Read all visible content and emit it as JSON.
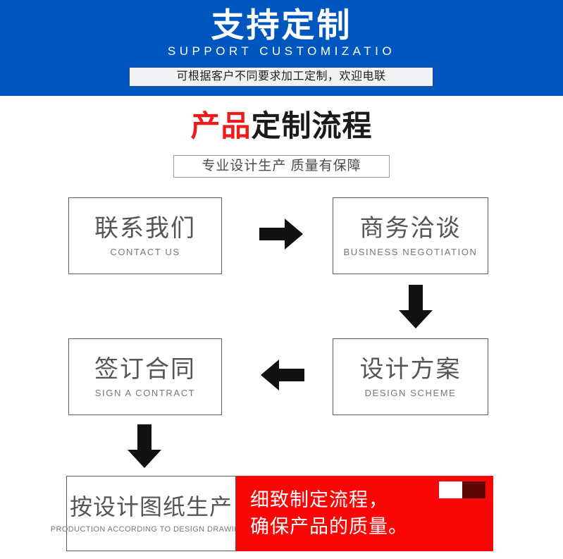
{
  "banner": {
    "title": "支持定制",
    "subtitle": "SUPPORT CUSTOMIZATIO",
    "pill": "可根据客户不同要求加工定制，欢迎电联",
    "bg_color": "#0056bf",
    "pill_bg_color": "#f2f2f4"
  },
  "section": {
    "title_highlight": "产品",
    "title_rest": "定制流程",
    "highlight_color": "#ee1b1b",
    "subtitle": "专业设计生产 质量有保障"
  },
  "flow": {
    "steps": [
      {
        "cn": "联系我们",
        "en": "CONTACT US"
      },
      {
        "cn": "商务洽谈",
        "en": "BUSINESS  NEGOTIATION"
      },
      {
        "cn": "设计方案",
        "en": "DESIGN  SCHEME"
      },
      {
        "cn": "签订合同",
        "en": "SIGN A CONTRACT"
      },
      {
        "cn": "按设计图纸生产",
        "en": "PRODUCTION ACCORDING TO DESIGN DRAWINGS"
      }
    ],
    "arrows": [
      {
        "name": "arrow-right-icon",
        "direction": "right"
      },
      {
        "name": "arrow-down-icon",
        "direction": "down"
      },
      {
        "name": "arrow-left-icon",
        "direction": "left"
      },
      {
        "name": "arrow-down-icon",
        "direction": "down"
      }
    ]
  },
  "callout": {
    "line1": "细致制定流程，",
    "line2": "确保产品的质量。",
    "bg_color": "#fb0606",
    "square_white_color": "#ffffff",
    "square_dark_color": "#5d0404"
  }
}
